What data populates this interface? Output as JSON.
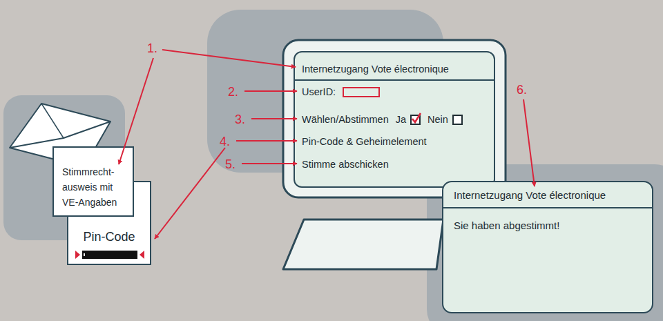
{
  "diagram": {
    "nodes": [
      {
        "text": [
          "Stimmrecht- ausweis mit VE-Angaben"
        ]
      },
      {
        "text": [
          "Pin-Code"
        ]
      },
      {
        "text": [
          "Internetzugang Vote électronique",
          "UserID:",
          "Wählen/Abstimmen",
          "Ja",
          "Nein",
          "Pin-Code & Geheimelement",
          "Stimme abschicken"
        ]
      },
      {
        "text": [
          "Internetzugang Vote électronique",
          "Sie haben abgestimmt!"
        ]
      }
    ],
    "labels": [
      "1.",
      "2.",
      "3.",
      "4.",
      "5.",
      "6."
    ]
  }
}
